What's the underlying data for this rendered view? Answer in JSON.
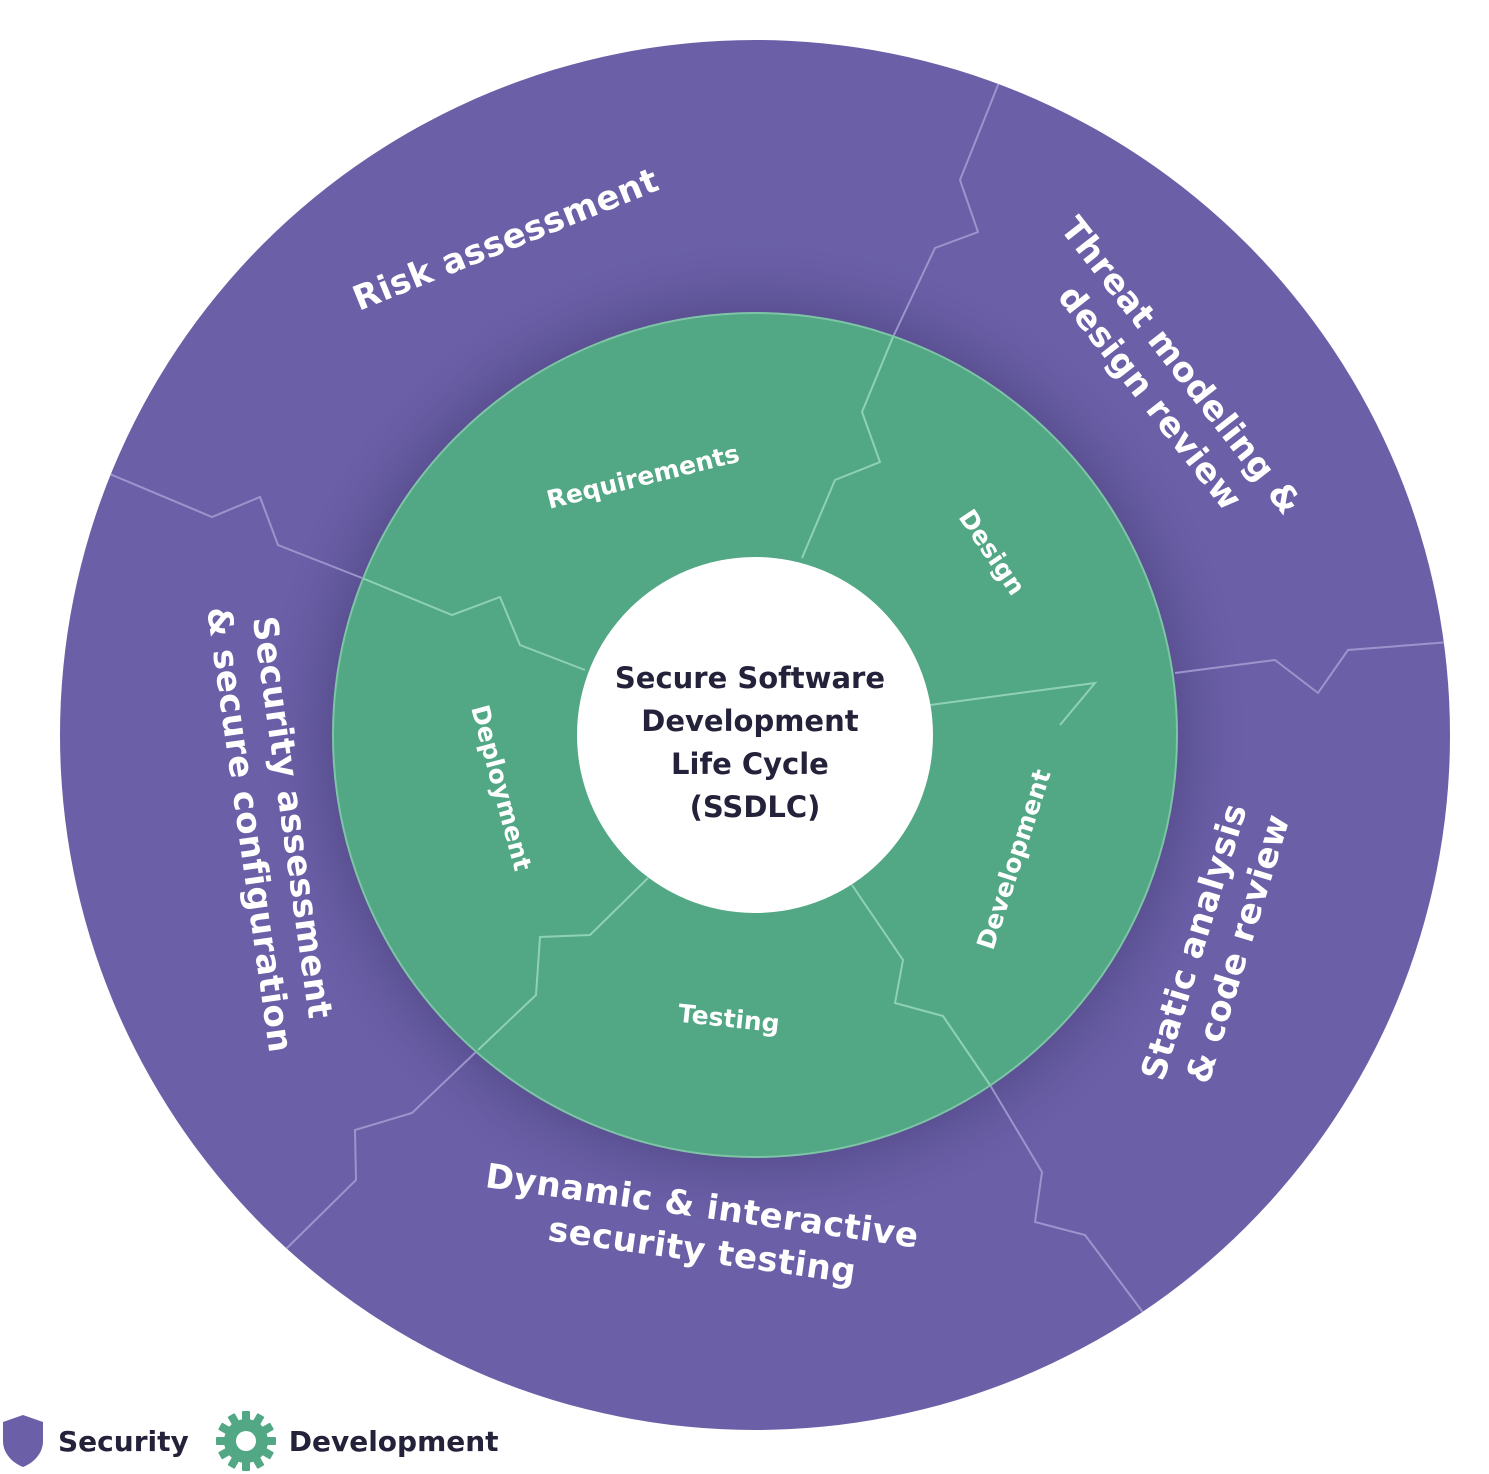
{
  "center": {
    "lines": [
      "Secure Software",
      "Development",
      "Life Cycle",
      "(SSDLC)"
    ]
  },
  "outer_ring": {
    "color": "#6b60a8",
    "segments": [
      {
        "id": "risk",
        "lines": [
          "Risk assessment"
        ]
      },
      {
        "id": "threat",
        "lines": [
          "Threat modeling &",
          "design review"
        ]
      },
      {
        "id": "static",
        "lines": [
          "Static analysis",
          "& code review"
        ]
      },
      {
        "id": "dynamic",
        "lines": [
          "Dynamic & interactive",
          "security testing"
        ]
      },
      {
        "id": "secassess",
        "lines": [
          "Security assessment",
          "& secure configuration"
        ]
      }
    ]
  },
  "inner_ring": {
    "color": "#52a784",
    "segments": [
      {
        "id": "requirements",
        "label": "Requirements"
      },
      {
        "id": "design",
        "label": "Design"
      },
      {
        "id": "development",
        "label": "Development"
      },
      {
        "id": "testing",
        "label": "Testing"
      },
      {
        "id": "deployment",
        "label": "Deployment"
      }
    ]
  },
  "legend": [
    {
      "label": "Security",
      "icon": "shield-icon",
      "color": "#6b60a8"
    },
    {
      "label": "Development",
      "icon": "gear-icon",
      "color": "#52a784"
    }
  ]
}
